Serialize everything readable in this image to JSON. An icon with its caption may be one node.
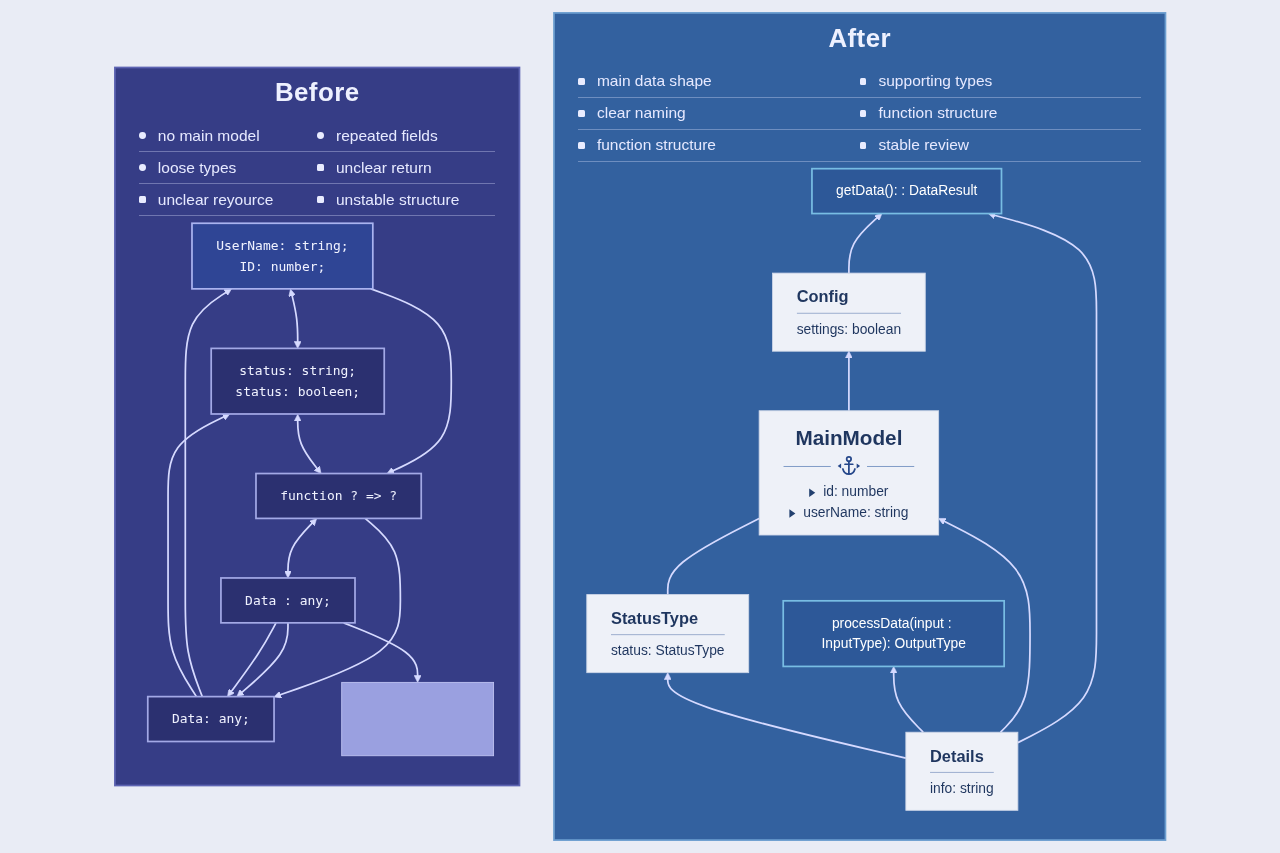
{
  "diagram": {
    "nodes": [
      {
        "text": [
          "Before"
        ]
      },
      {
        "text": [
          "UserName: string;",
          "ID: number;"
        ],
        "in": 0
      },
      {
        "text": [
          "status: string;",
          "status: booleen;"
        ],
        "in": 0
      },
      {
        "text": [
          "Data: any;"
        ],
        "in": 0
      },
      {
        "text": [
          "function ? => ?"
        ],
        "in": 0
      },
      {
        "text": [
          "Data : any;"
        ],
        "in": 0
      },
      {
        "text": [],
        "shape": "box",
        "in": 0
      },
      {
        "text": [
          "After"
        ]
      },
      {
        "text": [
          "StatusType",
          "status: StatusType"
        ],
        "in": 7
      },
      {
        "text": [
          "MainModel",
          "id: number",
          "userName: string"
        ],
        "in": 7
      },
      {
        "text": [
          "Config",
          "settings: boolean"
        ],
        "in": 7
      },
      {
        "text": [
          "Details",
          "info: string"
        ],
        "in": 7
      },
      {
        "text": [
          "getData(): : DataResult"
        ],
        "in": 7
      },
      {
        "text": [
          "processData(input : InputType): OutputType"
        ],
        "in": 7
      }
    ],
    "edges": [
      {
        "from": 1,
        "to": 2,
        "arrow": "both"
      },
      {
        "from": 3,
        "to": 1,
        "arrow": "to"
      },
      {
        "from": 1,
        "to": 4,
        "arrow": "to"
      },
      {
        "from": 3,
        "to": 2,
        "arrow": "to"
      },
      {
        "from": 4,
        "to": 3,
        "arrow": "to"
      },
      {
        "from": 2,
        "to": 4,
        "arrow": "both"
      },
      {
        "from": 5,
        "to": 3,
        "arrow": "to"
      },
      {
        "from": 5,
        "to": 3,
        "arrow": "to"
      },
      {
        "from": 4,
        "to": 5,
        "arrow": "both"
      },
      {
        "from": 5,
        "to": 6,
        "arrow": "to"
      },
      {
        "from": 8,
        "to": 9,
        "arrow": "none"
      },
      {
        "from": 9,
        "to": 10,
        "arrow": "to"
      },
      {
        "from": 10,
        "to": 12,
        "arrow": "to"
      },
      {
        "from": 11,
        "to": 8,
        "arrow": "to"
      },
      {
        "from": 11,
        "to": 9,
        "arrow": "to"
      },
      {
        "from": 11,
        "to": 12,
        "arrow": "to"
      },
      {
        "from": 11,
        "to": 13,
        "arrow": "to"
      }
    ],
    "labels": [
      "no main model",
      "repeated fields",
      "loose types",
      "unclear return",
      "unclear reyource",
      "unstable structure",
      "main data shape",
      "supporting types",
      "clear naming",
      "function structure",
      "function structure",
      "stable review"
    ]
  }
}
